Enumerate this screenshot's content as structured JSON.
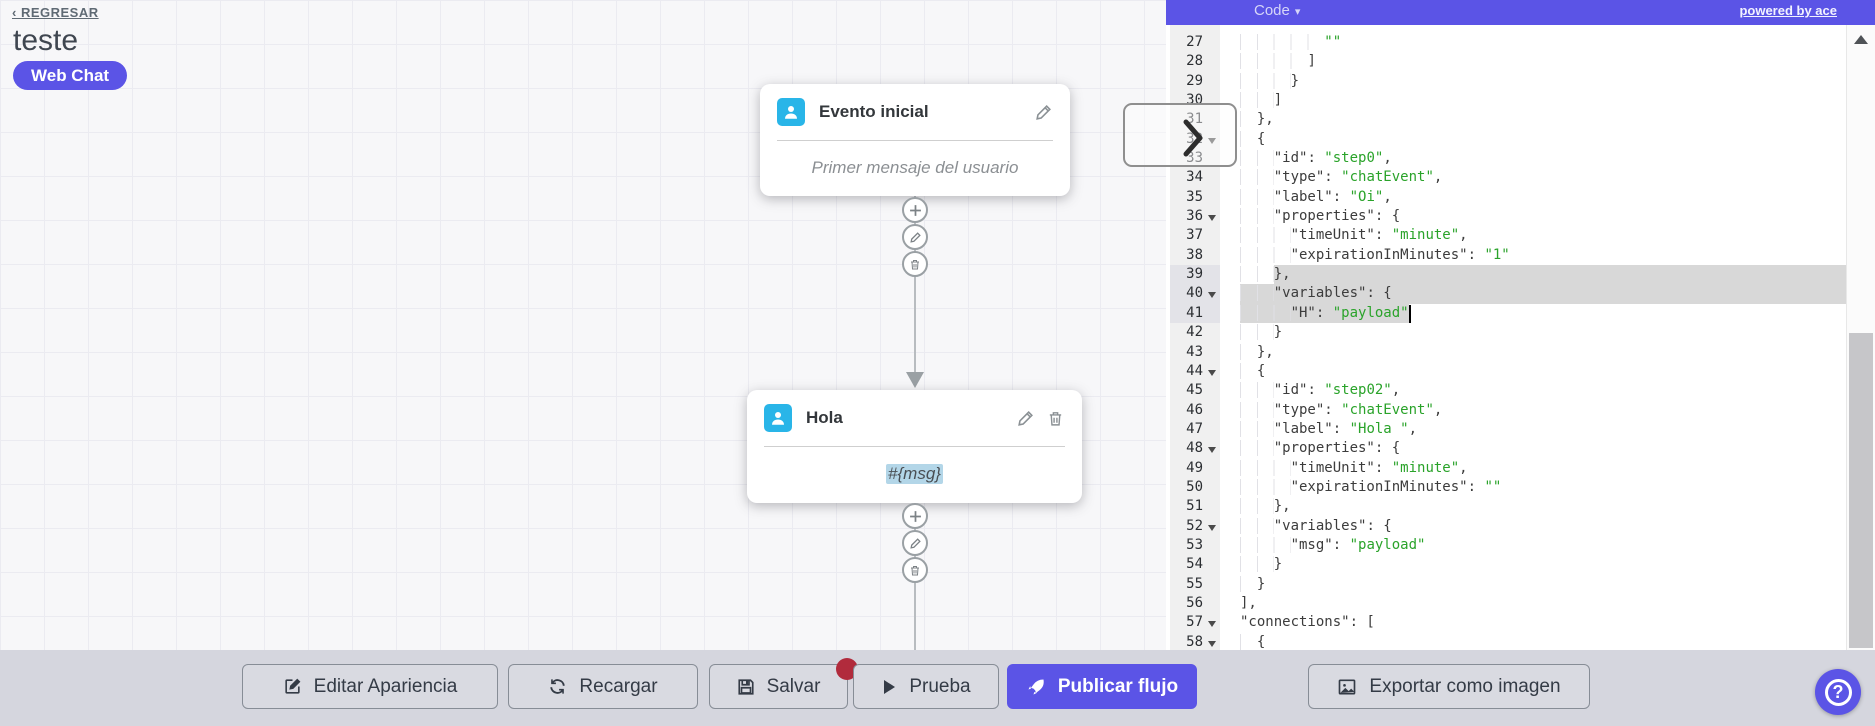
{
  "colors": {
    "accent": "#5b54e6",
    "node_icon_blue": "#29b5e8",
    "notification_red": "#b12b3c",
    "code_string_green": "#2aa32a",
    "selection_gray": "#d8d8d8",
    "variable_highlight_blue": "#b3d6e8"
  },
  "canvas": {
    "back_link": "‹ REGRESAR",
    "title": "teste",
    "channel_badge": "Web Chat",
    "nodes": [
      {
        "title": "Evento inicial",
        "body": "Primer mensaje del usuario"
      },
      {
        "title": "Hola",
        "body": "#{msg}"
      }
    ]
  },
  "editor": {
    "header": {
      "title": "Code",
      "caret": "▾",
      "powered_by": "powered by ace"
    },
    "lines": [
      {
        "n": 27,
        "t": "          \"\""
      },
      {
        "n": 28,
        "t": "        ]"
      },
      {
        "n": 29,
        "t": "      }"
      },
      {
        "n": 30,
        "t": "    ]"
      },
      {
        "n": 31,
        "t": "  },"
      },
      {
        "n": 32,
        "t": "  {"
      },
      {
        "n": 33,
        "t": "    \"id\": \"step0\","
      },
      {
        "n": 34,
        "t": "    \"type\": \"chatEvent\","
      },
      {
        "n": 35,
        "t": "    \"label\": \"Oi\","
      },
      {
        "n": 36,
        "t": "    \"properties\": {"
      },
      {
        "n": 37,
        "t": "      \"timeUnit\": \"minute\","
      },
      {
        "n": 38,
        "t": "      \"expirationInMinutes\": \"1\""
      },
      {
        "n": 39,
        "t": "    },"
      },
      {
        "n": 40,
        "t": "    \"variables\": {"
      },
      {
        "n": 41,
        "t": "      \"H\": \"payload\""
      },
      {
        "n": 42,
        "t": "    }"
      },
      {
        "n": 43,
        "t": "  },"
      },
      {
        "n": 44,
        "t": "  {"
      },
      {
        "n": 45,
        "t": "    \"id\": \"step02\","
      },
      {
        "n": 46,
        "t": "    \"type\": \"chatEvent\","
      },
      {
        "n": 47,
        "t": "    \"label\": \"Hola \","
      },
      {
        "n": 48,
        "t": "    \"properties\": {"
      },
      {
        "n": 49,
        "t": "      \"timeUnit\": \"minute\","
      },
      {
        "n": 50,
        "t": "      \"expirationInMinutes\": \"\""
      },
      {
        "n": 51,
        "t": "    },"
      },
      {
        "n": 52,
        "t": "    \"variables\": {"
      },
      {
        "n": 53,
        "t": "      \"msg\": \"payload\""
      },
      {
        "n": 54,
        "t": "    }"
      },
      {
        "n": 55,
        "t": "  }"
      },
      {
        "n": 56,
        "t": "],"
      },
      {
        "n": 57,
        "t": "\"connections\": ["
      },
      {
        "n": 58,
        "t": "  {"
      }
    ],
    "fold_rows": [
      32,
      36,
      40,
      44,
      48,
      52,
      57,
      58
    ],
    "selection": {
      "rows": [
        {
          "n": 39,
          "from": 4,
          "full": true
        },
        {
          "n": 40,
          "from": 0,
          "full": true
        },
        {
          "n": 41,
          "from": 0,
          "to": 20,
          "cursor": true
        }
      ]
    }
  },
  "toolbar": {
    "buttons": [
      {
        "id": "edit-appearance",
        "label": "Editar Apariencia",
        "icon": "edit-square-icon"
      },
      {
        "id": "reload",
        "label": "Recargar",
        "icon": "refresh-icon"
      },
      {
        "id": "save",
        "label": "Salvar",
        "icon": "save-icon",
        "badge": true
      },
      {
        "id": "test",
        "label": "Prueba",
        "icon": "play-icon"
      },
      {
        "id": "publish",
        "label": "Publicar flujo",
        "icon": "rocket-icon",
        "primary": true
      },
      {
        "id": "export-image",
        "label": "Exportar como imagen",
        "icon": "image-icon"
      }
    ]
  },
  "help": {
    "label": "?"
  }
}
